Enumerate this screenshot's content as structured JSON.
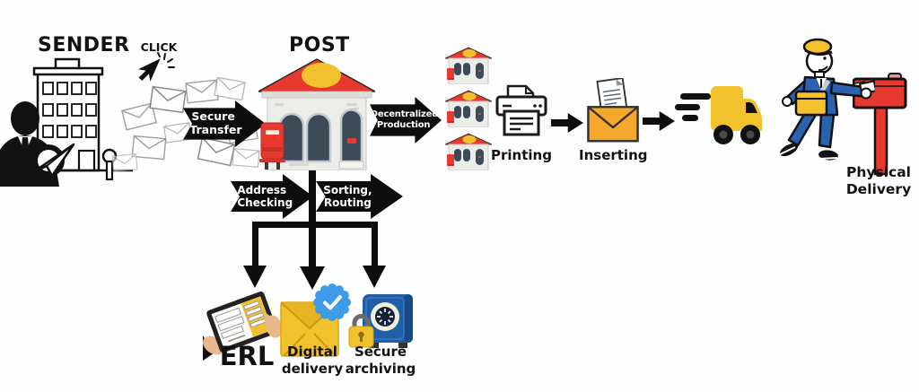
{
  "stations": {
    "sender": {
      "label": "SENDER"
    },
    "click": {
      "label": "CLICK"
    },
    "post": {
      "label": "POST"
    },
    "printing": {
      "label": "Printing"
    },
    "inserting": {
      "label": "Inserting"
    },
    "physical_delivery": {
      "line1": "Physical",
      "line2": "Delivery"
    },
    "erl": {
      "label": "ERL"
    },
    "digital_delivery": {
      "line1": "Digital",
      "line2": "delivery"
    },
    "secure_archiving": {
      "line1": "Secure",
      "line2": "archiving"
    }
  },
  "process_arrows": {
    "secure_transfer": {
      "line1": "Secure",
      "line2": "Transfer"
    },
    "decentralized_production": {
      "line1": "Decentralized",
      "line2": "Production"
    },
    "address_checking": {
      "line1": "Address",
      "line2": "Checking"
    },
    "sorting_routing": {
      "line1": "Sorting,",
      "line2": "Routing"
    }
  },
  "icons": {
    "sender_scene": "office-building outline with sender silhouette throwing paper plane",
    "click_cursor": "mouse click cursor with spark lines",
    "envelope_cloud": "cloud of sketched flying envelopes",
    "post_office": "post office building with red roof, yellow oval and red mailbox",
    "mini_post_offices": "three small post office buildings",
    "printer": "line-art printer",
    "envelope_letter": "open orange envelope with letter",
    "delivery_truck": "yellow delivery truck with speed lines",
    "postman": "postman in blue uniform putting letter in mailbox",
    "red_mailbox": "red curbside mailbox on post",
    "tablet_hands": "hands holding tablet with electronic registered letter",
    "verified_envelope": "yellow envelope with blue verified badge",
    "safe_padlock": "blue safe with yellow padlock"
  },
  "colors": {
    "red": "#e8392e",
    "red_dark": "#c93026",
    "yellow": "#f2c12e",
    "orange": "#f5a82c",
    "blue": "#2b62b0",
    "badge_blue": "#3d9be9",
    "safe_blue": "#1e5fa8",
    "black": "#0d0d0d",
    "facade_gray": "#ecece8",
    "window_slate": "#3d4a58",
    "skin": "#e9b98c"
  }
}
